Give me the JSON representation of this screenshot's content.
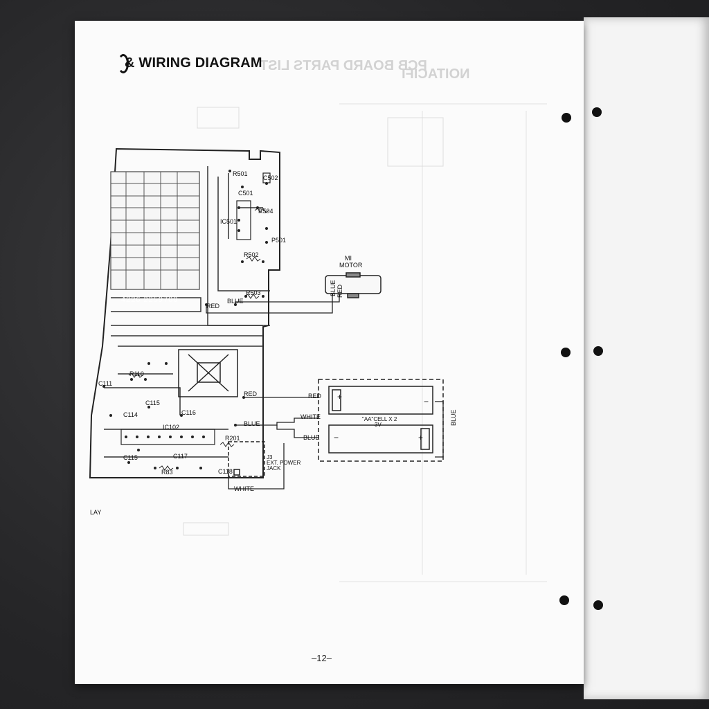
{
  "document": {
    "title": "& WIRING DIAGRAM",
    "page_number": "–12–",
    "board_code": "4226 2259700"
  },
  "components": {
    "motor_ref": "MI",
    "motor_label": "MOTOR",
    "battery_label": "\"AA\"CELL X 2",
    "battery_voltage": "3V",
    "power_jack_ref": "J3",
    "power_jack_label_1": "EXT. POWER",
    "power_jack_label_2": "JACK",
    "r501": "R501",
    "c502": "C502",
    "c501": "C501",
    "r504": "R504",
    "ic501": "IC501",
    "p501": "P501",
    "r502": "R502",
    "r503": "R503",
    "c111": "C111",
    "r110": "R110",
    "c114": "C114",
    "c115": "C115",
    "c116": "C116",
    "ic102": "IC102",
    "r201": "R201",
    "c115b": "C115",
    "c117": "C117",
    "r83": "R83",
    "c118": "C118",
    "play": "LAY"
  },
  "wires": {
    "red": "RED",
    "blue": "BLUE",
    "white": "WHITE"
  }
}
